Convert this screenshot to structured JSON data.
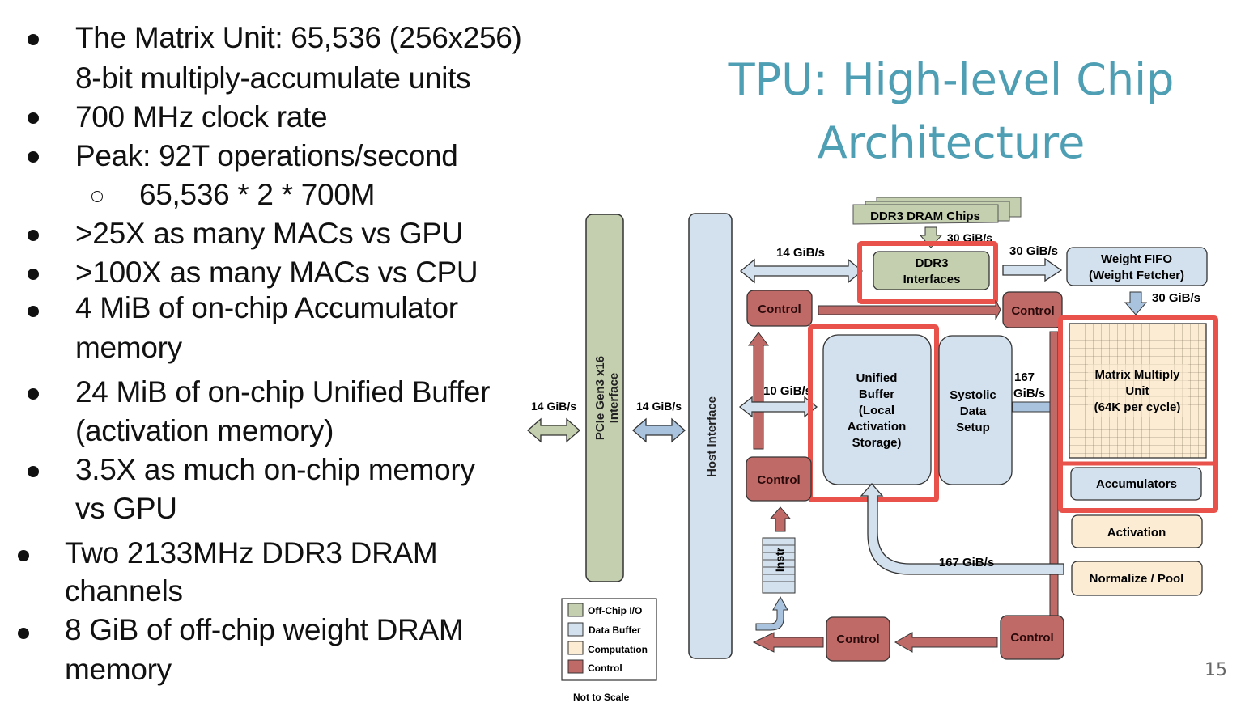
{
  "slide": {
    "title_line1": "TPU: High-level Chip",
    "title_line2": "Architecture",
    "page_number": "15",
    "colors": {
      "title": "#4e9eb4",
      "highlight": "#e8524a",
      "offchip_io": "#c3cfae",
      "data_buffer": "#d3e0ee",
      "computation": "#fbecd3",
      "control": "#c06a68"
    }
  },
  "bullets": [
    {
      "lines": [
        "The Matrix Unit: 65,536 (256x256)",
        "8-bit multiply-accumulate units"
      ]
    },
    {
      "lines": [
        "700 MHz clock rate"
      ]
    },
    {
      "lines": [
        "Peak: 92T operations/second"
      ],
      "sub": "65,536 * 2 * 700M"
    },
    {
      "lines": [
        ">25X as many MACs vs GPU"
      ]
    },
    {
      "lines": [
        ">100X as many MACs vs CPU"
      ]
    },
    {
      "lines": [
        "4 MiB of on-chip Accumulator",
        "memory"
      ]
    },
    {
      "lines": [
        "24 MiB of on-chip Unified Buffer",
        "(activation memory)"
      ]
    },
    {
      "lines": [
        "3.5X as much on-chip memory",
        "vs GPU"
      ]
    },
    {
      "lines": [
        "Two 2133MHz DDR3 DRAM",
        "channels"
      ]
    },
    {
      "lines": [
        "8 GiB of off-chip weight DRAM",
        "memory"
      ]
    }
  ],
  "diagram": {
    "pcie": "PCIe Gen3 x16",
    "pcie2": "Interface",
    "host": "Host Interface",
    "dram_chips": "DDR3 DRAM Chips",
    "ddr3_1": "DDR3",
    "ddr3_2": "Interfaces",
    "wfifo_1": "Weight FIFO",
    "wfifo_2": "(Weight Fetcher)",
    "ub": [
      "Unified",
      "Buffer",
      "(Local",
      "Activation",
      "Storage)"
    ],
    "systolic": [
      "Systolic",
      "Data",
      "Setup"
    ],
    "mmu": [
      "Matrix Multiply",
      "Unit",
      "(64K per cycle)"
    ],
    "accumulators": "Accumulators",
    "activation": "Activation",
    "normpool": "Normalize / Pool",
    "control": "Control",
    "instr": "Instr",
    "bw_14": "14 GiB/s",
    "bw_30": "30 GiB/s",
    "bw_10": "10 GiB/s",
    "bw_167a": "167",
    "bw_167b": "GiB/s",
    "bw_167": "167 GiB/s",
    "legend": [
      "Off-Chip I/O",
      "Data Buffer",
      "Computation",
      "Control"
    ],
    "not_to_scale": "Not to Scale"
  }
}
